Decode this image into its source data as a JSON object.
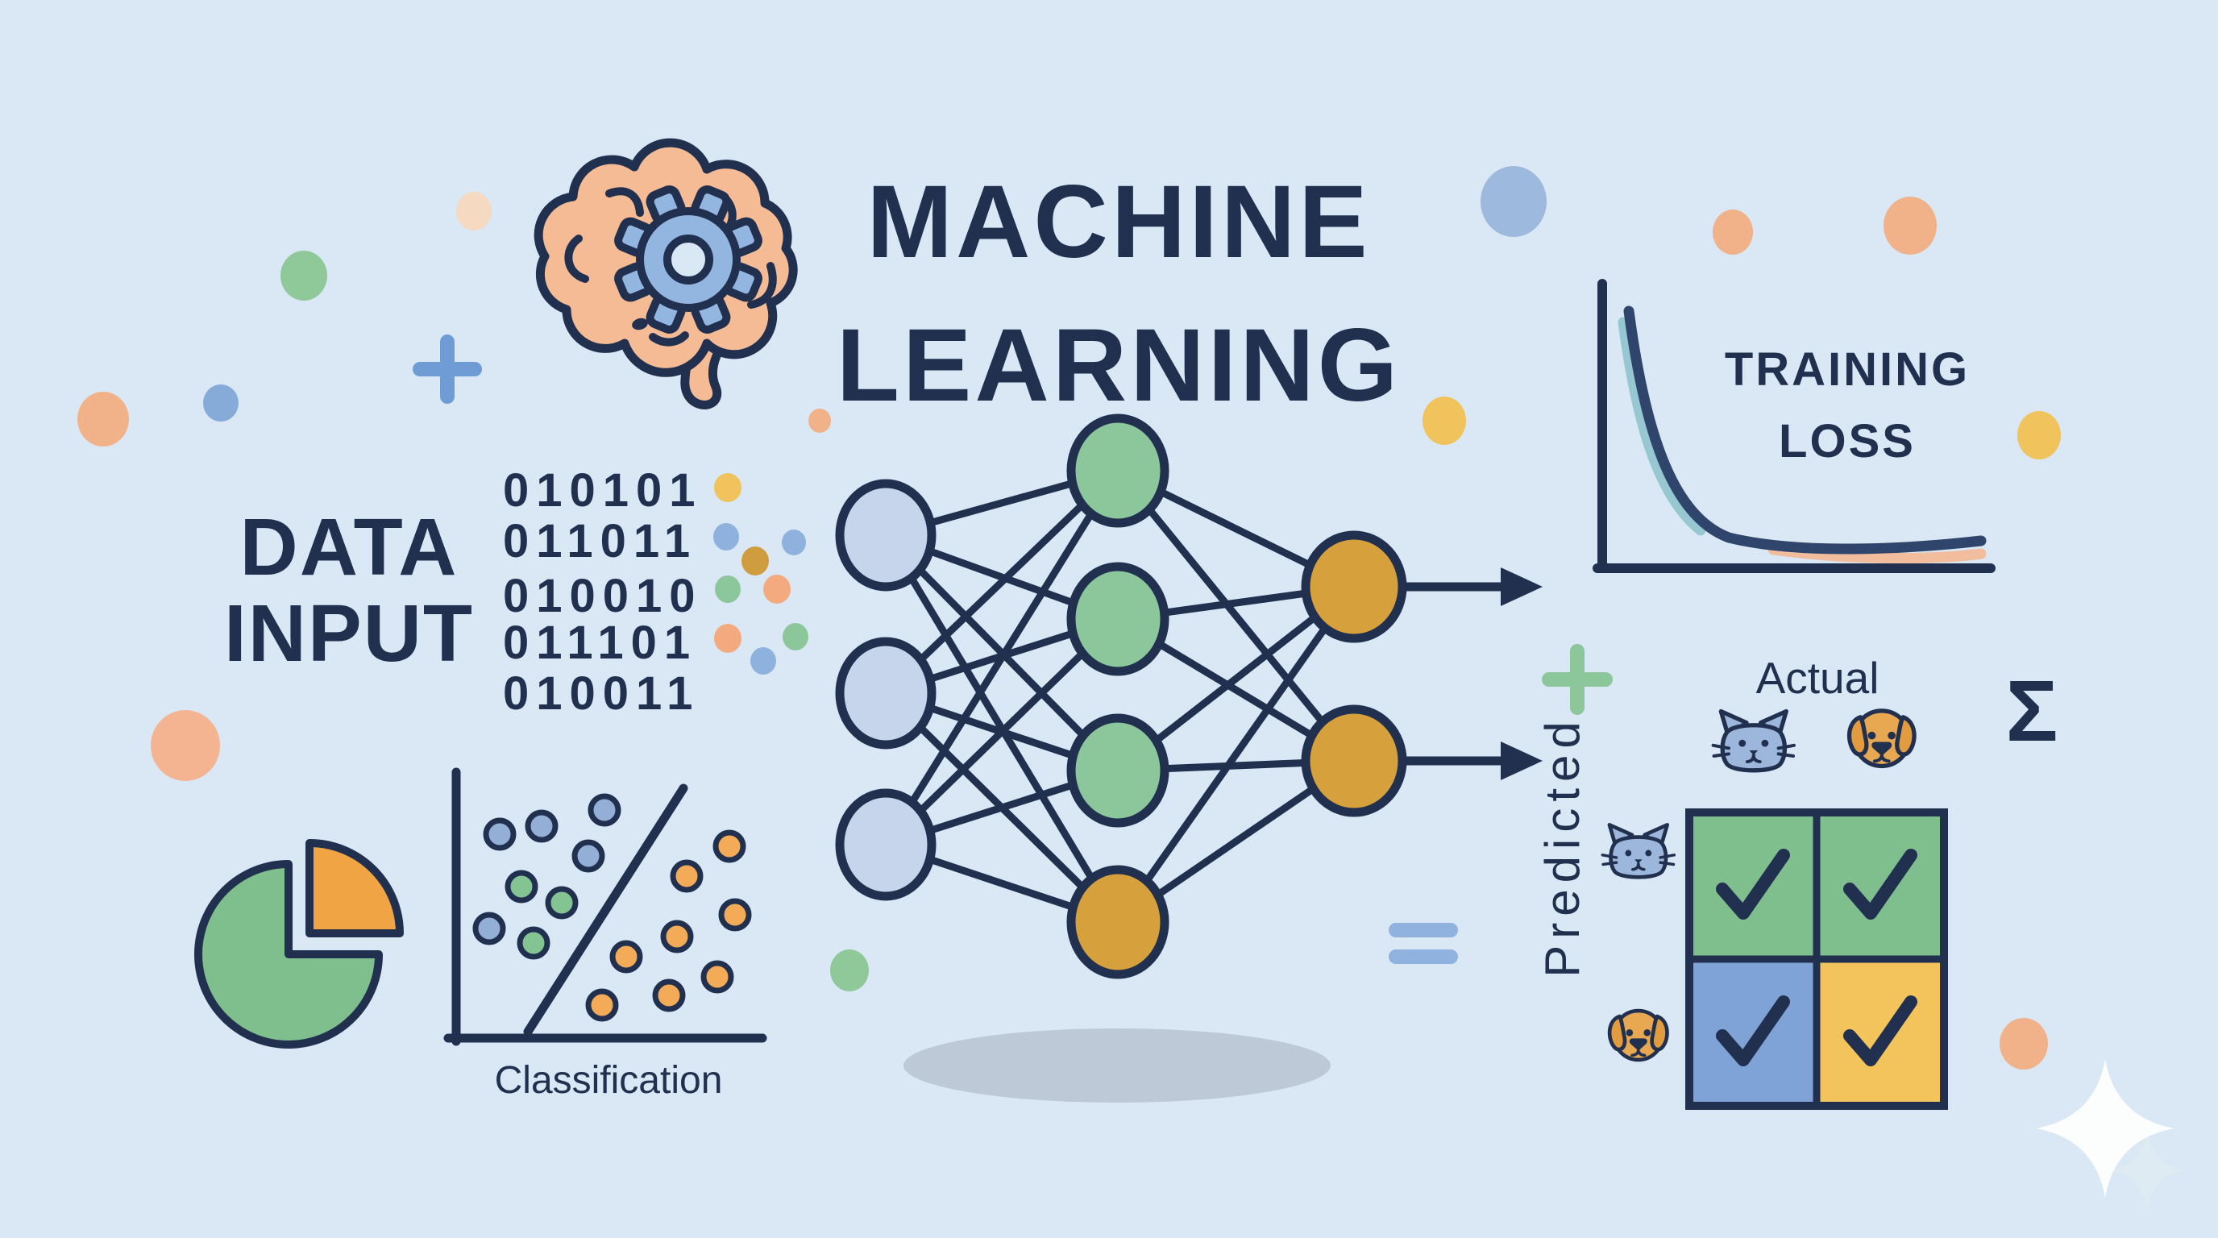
{
  "page": {
    "background": "#d9e8f4",
    "ink": "#22304f"
  },
  "title": {
    "line1": "MACHINE",
    "line2": "LEARNING"
  },
  "data_input": {
    "line1": "DATA",
    "line2": "INPUT",
    "binary_rows": [
      "010101",
      "011011",
      "010010",
      "011101",
      "010011"
    ]
  },
  "classification": {
    "label": "Classification"
  },
  "training_loss": {
    "line1": "TRAINING",
    "line2": "LOSS"
  },
  "confusion_matrix": {
    "col_axis_label": "Actual",
    "row_axis_label": "Predicted",
    "col_headers": [
      "cat-icon",
      "dog-icon"
    ],
    "row_headers": [
      "cat-icon",
      "dog-icon"
    ],
    "cells": [
      {
        "row": "cat",
        "col": "cat",
        "mark": "check",
        "color": "#7fbe8d"
      },
      {
        "row": "cat",
        "col": "dog",
        "mark": "check",
        "color": "#7fbe8d"
      },
      {
        "row": "dog",
        "col": "cat",
        "mark": "check",
        "color": "#7fa3d6"
      },
      {
        "row": "dog",
        "col": "dog",
        "mark": "check",
        "color": "#f3c45c"
      }
    ]
  },
  "network": {
    "layer_sizes": [
      3,
      4,
      2
    ],
    "input_color": "#c6d4ec",
    "hidden_color": "#8cc79c",
    "accent_node_color": "#d6a13c",
    "output_color": "#d6a13c"
  },
  "symbols": {
    "sigma": "Σ"
  },
  "chart_data": [
    {
      "type": "scatter",
      "title": "Classification",
      "series": [
        {
          "name": "blue-class",
          "color": "#93afd6",
          "count": 5
        },
        {
          "name": "green-class",
          "color": "#84c493",
          "count": 3
        },
        {
          "name": "orange-class",
          "color": "#f3ab57",
          "count": 8
        }
      ],
      "annotations": [
        "diagonal decision boundary line"
      ],
      "axes": "unlabeled L-shaped axes"
    },
    {
      "type": "line",
      "title": "TRAINING LOSS",
      "series": [
        {
          "name": "loss",
          "color": "#30456b",
          "shape": "exponential decay"
        }
      ],
      "axes": "unlabeled L-shaped axes"
    }
  ],
  "icons": [
    "brain-gear-icon",
    "pie-chart-icon",
    "scatter-plot",
    "neural-network",
    "arrow-icon",
    "plus-icon",
    "equals-icon",
    "sigma-symbol",
    "cat-icon",
    "dog-icon",
    "check-icon",
    "sparkle-icon",
    "confetti-dot"
  ],
  "palette": {
    "navy": "#22304f",
    "brain_peach": "#f5bb95",
    "gear_blue": "#93b6e0",
    "pie_green": "#7fbe8d",
    "pie_orange": "#f0a443",
    "cell_green": "#7fbe8d",
    "cell_blue": "#7fa3d6",
    "cell_yellow": "#f3c45c",
    "cat_blue": "#9db7dc",
    "dog_orange": "#e8a751",
    "dot_yellow": "#f0c35c",
    "dot_blue": "#8fb1dd",
    "dot_green": "#8fc99a",
    "dot_peach": "#f2b289",
    "dot_gold": "#cf9d3d",
    "equals_blue": "#8fb3de",
    "plus_blue": "#6f9cd4",
    "plus_green": "#8bc79b",
    "curve_navy": "#30456b",
    "curve_teal": "#8fc3cd",
    "curve_peach": "#f4b893",
    "shadow_gray": "#b7c3d0",
    "sparkle_white": "#fcfdfd"
  }
}
